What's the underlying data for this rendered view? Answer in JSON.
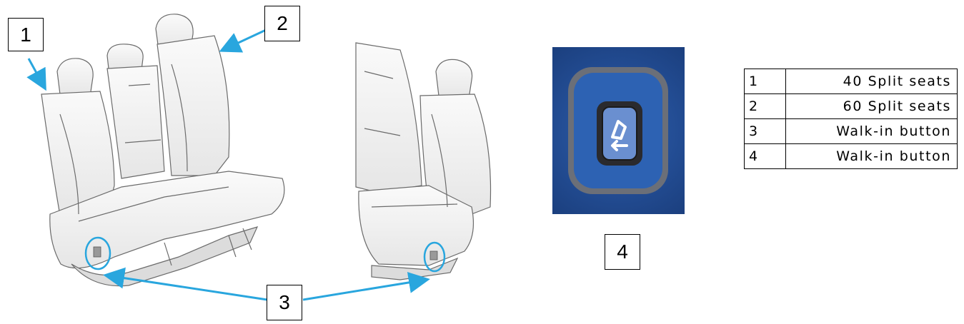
{
  "callouts": {
    "c1": "1",
    "c2": "2",
    "c3": "3",
    "c4": "4"
  },
  "legend": [
    {
      "num": "1",
      "desc": "40 Split seats"
    },
    {
      "num": "2",
      "desc": "60 Split seats"
    },
    {
      "num": "3",
      "desc": "Walk-in button"
    },
    {
      "num": "4",
      "desc": "Walk-in button"
    }
  ],
  "colors": {
    "arrow": "#29a6de",
    "button_panel": "#2d5ca5",
    "seat_line": "#6b6b6b"
  }
}
